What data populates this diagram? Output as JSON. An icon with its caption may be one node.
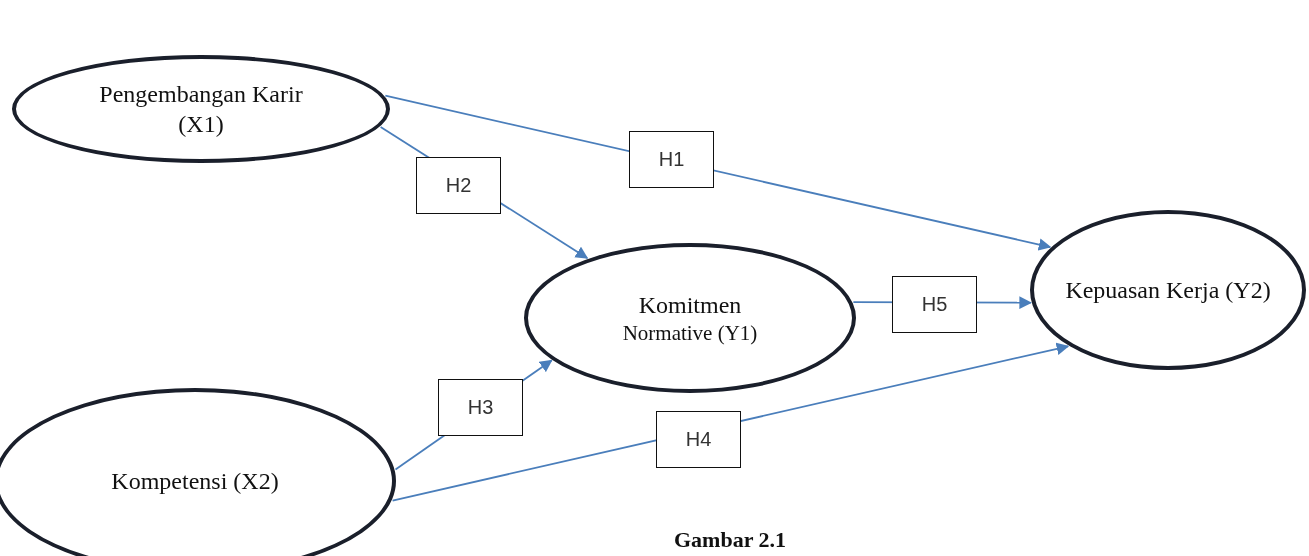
{
  "diagram": {
    "caption": "Gambar 2.1",
    "nodes": [
      {
        "text": [
          "Pengembangan Karir (X1)"
        ]
      },
      {
        "text": [
          "Kompetensi (X2)"
        ]
      },
      {
        "text": [
          "Komitmen",
          "Normative (Y1)"
        ]
      },
      {
        "text": [
          "Kepuasan Kerja (Y2)"
        ]
      }
    ],
    "edges": [
      {
        "from": 0,
        "to": 3,
        "arrow": "to",
        "label": "H1"
      },
      {
        "from": 0,
        "to": 2,
        "arrow": "to",
        "label": "H2"
      },
      {
        "from": 1,
        "to": 2,
        "arrow": "to",
        "label": "H3"
      },
      {
        "from": 1,
        "to": 3,
        "arrow": "to",
        "label": "H4"
      },
      {
        "from": 2,
        "to": 3,
        "arrow": "to",
        "label": "H5"
      }
    ]
  }
}
